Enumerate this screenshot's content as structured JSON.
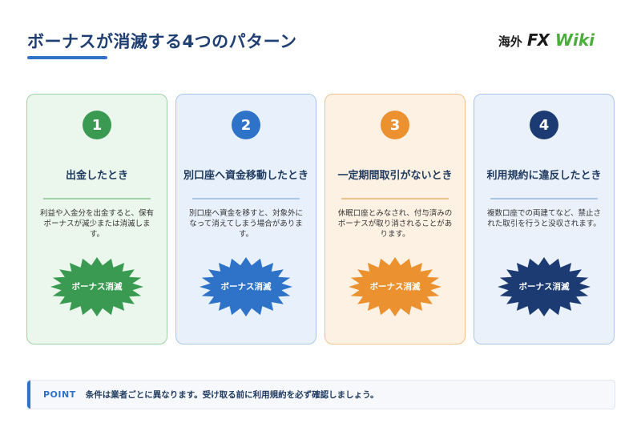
{
  "header": {
    "title": "ボーナスが消滅する4つのパターン",
    "logo": {
      "jp": "海外",
      "fx": "FX",
      "wiki": "Wiki"
    }
  },
  "cards": [
    {
      "number": "1",
      "heading": "出金したとき",
      "description": "利益や入金分を出金すると、保有ボーナスが減少または消滅します。",
      "badge": "ボーナス消滅",
      "color": "#3a9a52",
      "divider": "#9fd3a6"
    },
    {
      "number": "2",
      "heading": "別口座へ資金移動したとき",
      "description": "別口座へ資金を移すと、対象外になって消えてしまう場合があります。",
      "badge": "ボーナス消滅",
      "color": "#2f73c8",
      "divider": "#a9c9ec"
    },
    {
      "number": "3",
      "heading": "一定期間取引がないとき",
      "description": "休眠口座とみなされ、付与済みのボーナスが取り消されることがあります。",
      "badge": "ボーナス消滅",
      "color": "#eb9130",
      "divider": "#f2c48c"
    },
    {
      "number": "4",
      "heading": "利用規約に違反したとき",
      "description": "複数口座での両建てなど、禁止された取引を行うと没収されます。",
      "badge": "ボーナス消滅",
      "color": "#1d3b73",
      "divider": "#aac6e8"
    }
  ],
  "point": {
    "label": "POINT",
    "text": "条件は業者ごとに異なります。受け取る前に利用規約を必ず確認しましょう。"
  }
}
